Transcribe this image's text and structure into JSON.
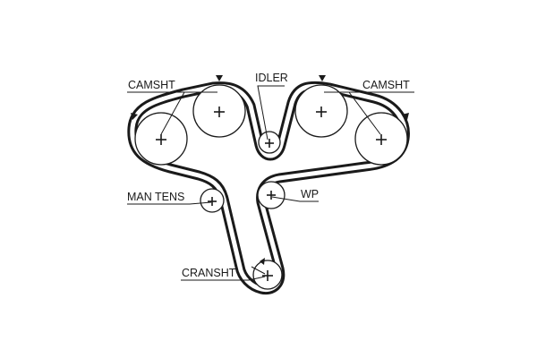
{
  "labels": {
    "camsht_left": "CAMSHT",
    "idler": "IDLER",
    "camsht_right": "CAMSHT",
    "man_tens": "MAN TENS",
    "wp": "WP",
    "cransht": "CRANSHT"
  },
  "colors": {
    "line": "#1a1a1a",
    "background": "#ffffff"
  }
}
